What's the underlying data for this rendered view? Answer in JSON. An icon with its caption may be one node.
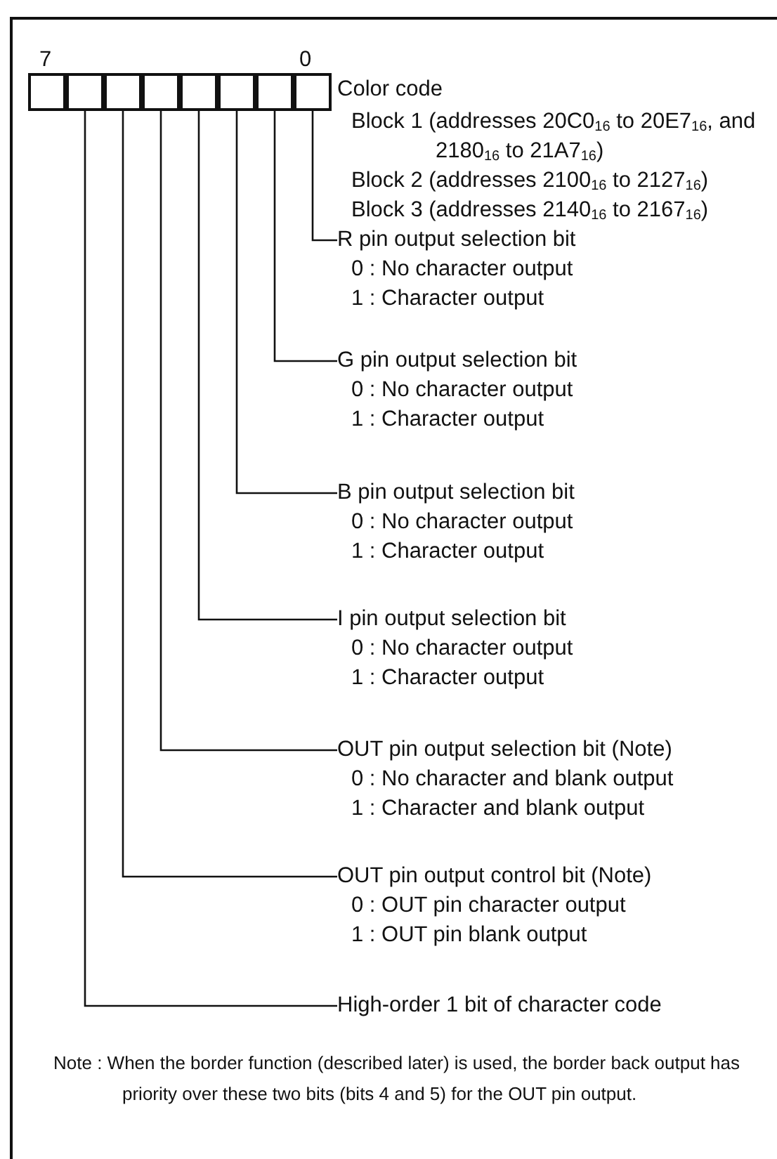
{
  "diagram": {
    "nodes": [
      {
        "text": [],
        "shape": "box"
      },
      {
        "text": [],
        "shape": "box"
      },
      {
        "text": [],
        "shape": "box"
      },
      {
        "text": [],
        "shape": "box"
      },
      {
        "text": [],
        "shape": "box"
      },
      {
        "text": [],
        "shape": "box"
      },
      {
        "text": [],
        "shape": "box"
      },
      {
        "text": [],
        "shape": "box"
      },
      {
        "text": [
          "R pin output selection bit",
          "0 : No character output",
          "1 : Character output"
        ]
      },
      {
        "text": [
          "G pin output selection bit",
          "0 : No character output",
          "1 : Character output"
        ]
      },
      {
        "text": [
          "B pin output selection bit",
          "0 : No character output",
          "1 : Character output"
        ]
      },
      {
        "text": [
          "I pin output selection bit",
          "0 : No character output",
          "1 : Character output"
        ]
      },
      {
        "text": [
          "OUT pin output selection bit (Note)",
          "0 : No character and blank output",
          "1 : Character and blank output"
        ]
      },
      {
        "text": [
          "OUT pin output control bit (Note)",
          "0 : OUT pin character output",
          "1 : OUT pin blank output"
        ]
      },
      {
        "text": [
          "High-order 1 bit of character code"
        ]
      }
    ],
    "edges": [
      {
        "from": 7,
        "to": 8,
        "arrow": "none"
      },
      {
        "from": 6,
        "to": 9,
        "arrow": "none"
      },
      {
        "from": 5,
        "to": 10,
        "arrow": "none"
      },
      {
        "from": 4,
        "to": 11,
        "arrow": "none"
      },
      {
        "from": 3,
        "to": 12,
        "arrow": "none"
      },
      {
        "from": 2,
        "to": 13,
        "arrow": "none"
      },
      {
        "from": 1,
        "to": 14,
        "arrow": "none"
      }
    ],
    "labels": [
      "7",
      "0",
      "Color code",
      "Block 1 (addresses 20C0$_{16}$ to 20E7$_{16}$, and 2180$_{16}$ to 21A7$_{16}$)",
      "Block 2 (addresses 2100$_{16}$ to 2127$_{16}$)",
      "Block 3 (addresses 2140$_{16}$ to 2167$_{16}$)",
      "Note : When the border function (described later) is used, the border back output has priority over these two bits (bits 4 and 5) for the OUT pin output."
    ]
  }
}
